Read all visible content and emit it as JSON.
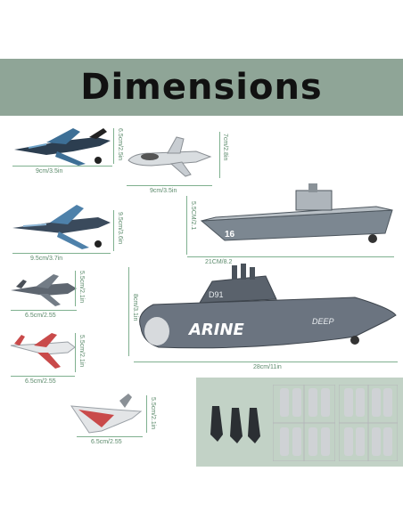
{
  "banner": {
    "title": "Dimensions",
    "bg_color": "#8fa597"
  },
  "items": [
    {
      "name": "blue-camo-jet",
      "width": "9cm/3.5in",
      "height": "6.5cm/2.5in"
    },
    {
      "name": "white-jet-front",
      "width": "9cm/3.5in",
      "height": "7cm/2.8in"
    },
    {
      "name": "aircraft-carrier",
      "width": "21CM/8.2",
      "height": "5.5CM/2.1",
      "hull_number": "16"
    },
    {
      "name": "blue-jet-2",
      "width": "9.5cm/3.7in",
      "height": "9.5cm/3.6in"
    },
    {
      "name": "gray-jet",
      "width": "6.5cm/2.55",
      "height": "5.5cm/2.1in"
    },
    {
      "name": "submarine",
      "width": "28cm/11in",
      "height": "8cm/3.1in",
      "hull_number": "D91",
      "brand_text": "ARINE",
      "logo_text": "DEEP"
    },
    {
      "name": "red-white-jet",
      "width": "6.5cm/2.55",
      "height": "5.5cm/2.1in"
    },
    {
      "name": "red-stealth-jet",
      "width": "6.5cm/2.55",
      "height": "5.5cm/2.1in"
    }
  ],
  "accessories_panel": {
    "bg_color": "#c2d2c6"
  }
}
